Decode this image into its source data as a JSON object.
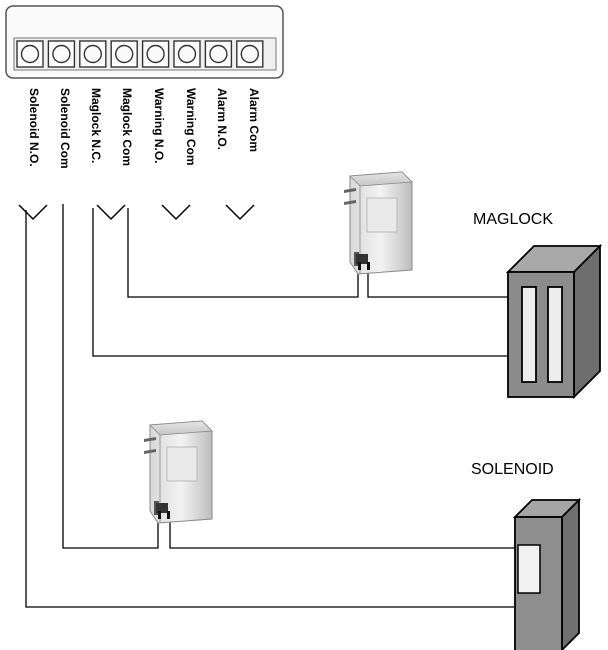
{
  "terminals": [
    {
      "label": "Solenoid N.O."
    },
    {
      "label": "Solenoid Com"
    },
    {
      "label": "Maglock N.C."
    },
    {
      "label": "Maglock Com"
    },
    {
      "label": "Warning N.O."
    },
    {
      "label": "Warning Com"
    },
    {
      "label": "Alarm N.O."
    },
    {
      "label": "Alarm Com"
    }
  ],
  "maglock": {
    "label": "MAGLOCK"
  },
  "solenoid": {
    "label": "SOLENOID"
  }
}
